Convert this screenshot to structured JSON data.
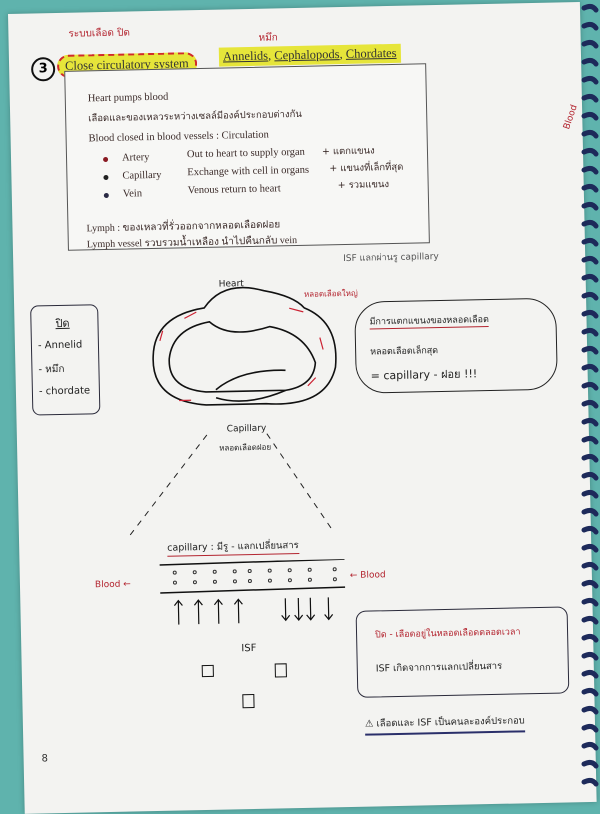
{
  "header": {
    "note_top": "ระบบเลือด ปิด",
    "note_squid": "หมึก",
    "number": "3",
    "title": "Close circulatory system",
    "groups": [
      "Annelids",
      "Cephalopods",
      "Chordates"
    ]
  },
  "printed_box": {
    "line1": "Heart pumps blood",
    "line2": "เลือดและของเหลวระหว่างเซลล์มีองค์ประกอบต่างกัน",
    "line3": "Blood closed in blood vessels : Circulation",
    "vessels": [
      {
        "name": "Artery",
        "desc": "Out to heart to supply organ",
        "note": "+ แตกแขนง",
        "color": "#8a1a22"
      },
      {
        "name": "Capillary",
        "desc": "Exchange with cell in organs",
        "note": "+ แขนงที่เล็กที่สุด",
        "color": "#222222"
      },
      {
        "name": "Vein",
        "desc": "Venous return to heart",
        "note": "+ รวมแขนง",
        "color": "#2a2a44"
      }
    ],
    "lymph": "Lymph : ของเหลวที่รั่วออกจากหลอดเลือดฝอย",
    "lymph_vessel": "Lymph vessel รวบรวมน้ำเหลือง นำไปคืนกลับ vein"
  },
  "notes": {
    "isf_note": "ISF แลกผ่านรู capillary",
    "heart_label": "Heart",
    "aorta_label": "หลอดเลือดใหญ่",
    "capillary_label": "Capillary",
    "capillary_thai": "หลอดเลือดฝอย",
    "side_blood": "Blood"
  },
  "left_box": {
    "title": "ปิด",
    "items": [
      "- Annelid",
      "- หมึก",
      "- chordate"
    ]
  },
  "cloud": {
    "title": "มีการแตกแขนงของหลอดเลือด",
    "line1": "หลอดเลือดเล็กสุด",
    "line2": "= capillary - ฝอย !!!"
  },
  "capillary_diagram": {
    "title": "capillary : มีรู - แลกเปลี่ยนสาร",
    "blood_left": "Blood ←",
    "blood_right": "← Blood",
    "isf": "ISF"
  },
  "closed_box": {
    "line1": "ปิด - เลือดอยู่ในหลอดเลือดตลอดเวลา",
    "line2": "ISF เกิดจากการแลกเปลี่ยนสาร"
  },
  "warning": "เลือดและ ISF เป็นคนละองค์ประกอบ",
  "page_number": "8",
  "colors": {
    "highlight": "#e6e53a",
    "red_ink": "#b3242f",
    "blue_ink": "#2a2f6a",
    "spiral": "#1d2a5a"
  }
}
